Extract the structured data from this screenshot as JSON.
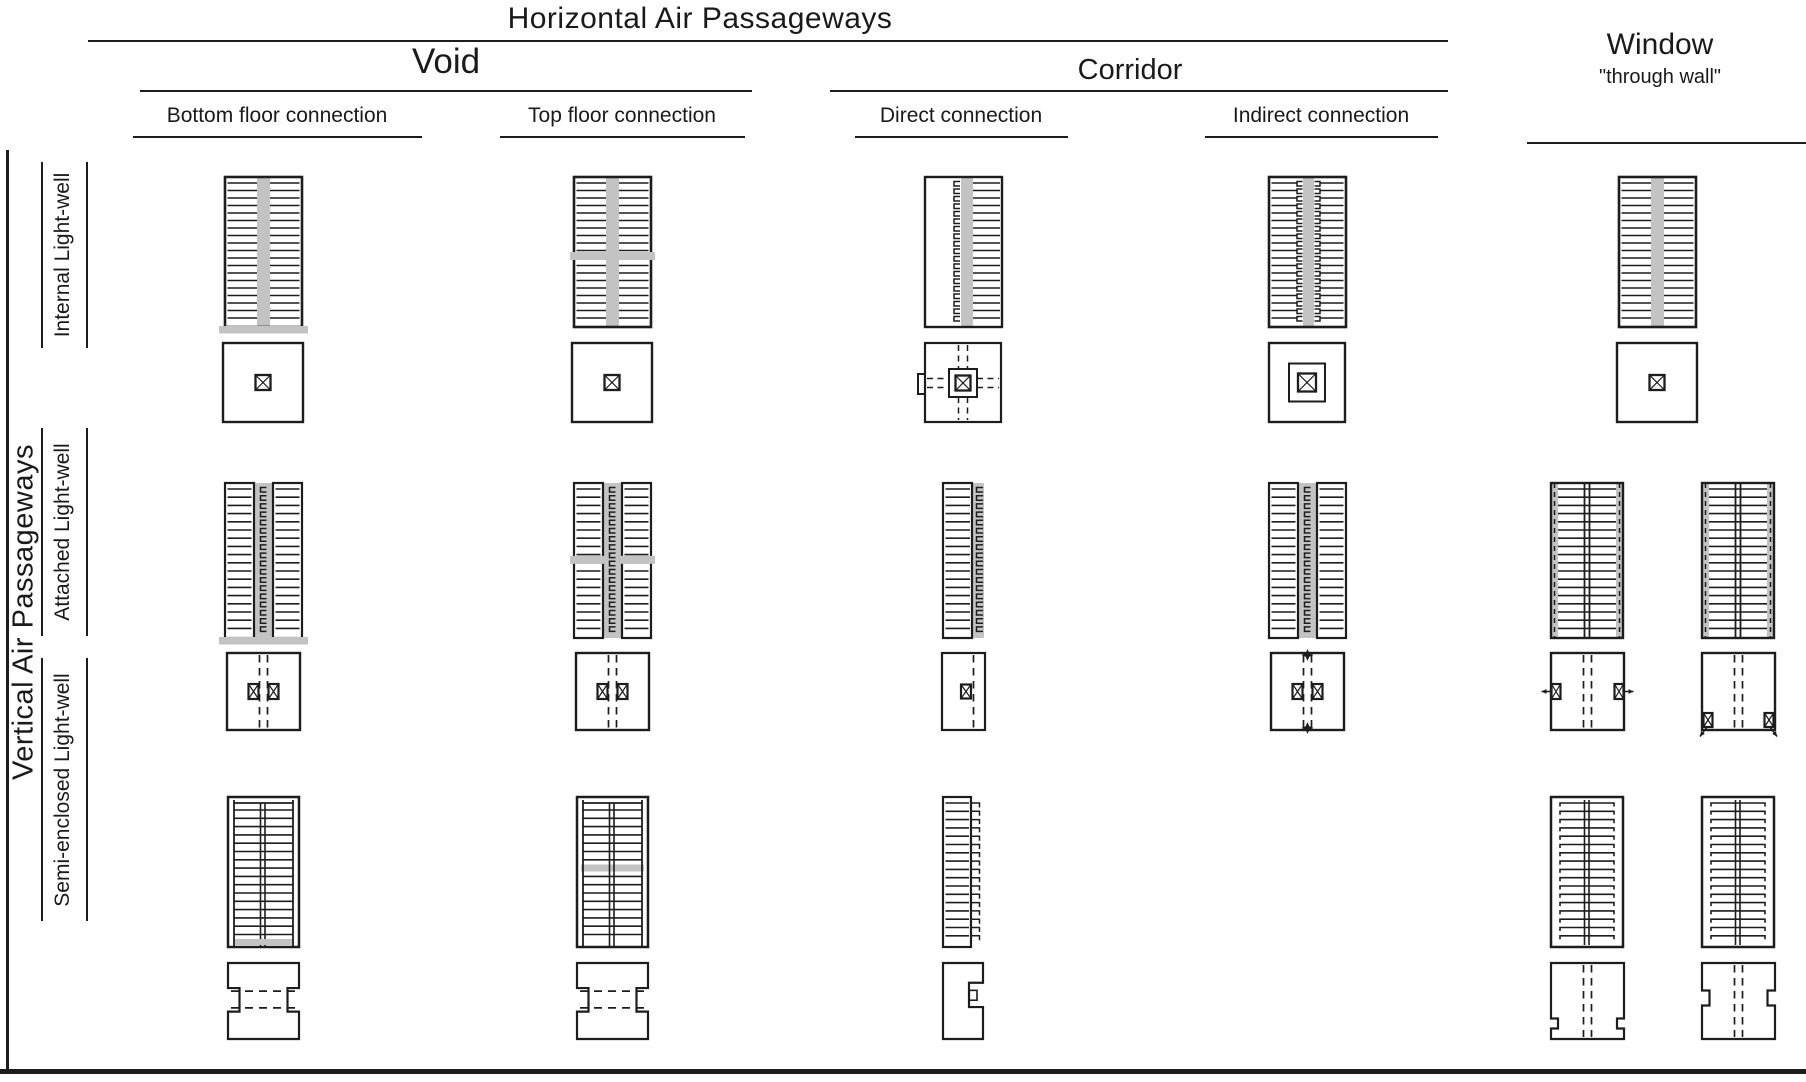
{
  "colors": {
    "line": "#1d1d1d",
    "gray": "#c3c3c3",
    "text": "#1a1a1a",
    "background": "#ffffff"
  },
  "header": {
    "title": "Horizontal Air Passageways",
    "groups": [
      {
        "id": "void",
        "label": "Void",
        "columns": [
          {
            "id": "void-bottom",
            "label": "Bottom floor connection"
          },
          {
            "id": "void-top",
            "label": "Top floor connection"
          }
        ]
      },
      {
        "id": "corridor",
        "label": "Corridor",
        "columns": [
          {
            "id": "corridor-direct",
            "label": "Direct connection"
          },
          {
            "id": "corridor-indirect",
            "label": "Indirect connection"
          }
        ]
      },
      {
        "id": "window",
        "label": "Window",
        "sublabel": "\"through wall\"",
        "columns": []
      }
    ]
  },
  "side": {
    "title": "Vertical Air Passageways",
    "rows": [
      {
        "id": "internal",
        "label": "Internal Light-well"
      },
      {
        "id": "attached",
        "label": "Attached Light-well"
      },
      {
        "id": "semi",
        "label": "Semi-enclosed Light-well"
      }
    ]
  },
  "matrix": {
    "cells": [
      {
        "row": "internal",
        "col": "void-bottom",
        "section": "internal",
        "connection": "bottom",
        "plan": "well-center"
      },
      {
        "row": "internal",
        "col": "void-top",
        "section": "internal",
        "connection": "mid",
        "plan": "well-center"
      },
      {
        "row": "internal",
        "col": "corridor-direct",
        "section": "internal-corridor",
        "connection": null,
        "plan": "well-corridor"
      },
      {
        "row": "internal",
        "col": "corridor-indirect",
        "section": "internal-indirect",
        "connection": null,
        "plan": "well-ring"
      },
      {
        "row": "internal",
        "col": "window",
        "section": "internal",
        "connection": null,
        "plan": "well-center"
      },
      {
        "row": "attached",
        "col": "void-bottom",
        "section": "attached",
        "connection": "bottom",
        "plan": "gap-center"
      },
      {
        "row": "attached",
        "col": "void-top",
        "section": "attached",
        "connection": "mid",
        "plan": "gap-center"
      },
      {
        "row": "attached",
        "col": "corridor-direct",
        "section": "attached-side",
        "connection": null,
        "plan": "gap-side"
      },
      {
        "row": "attached",
        "col": "corridor-indirect",
        "section": "attached",
        "connection": null,
        "plan": "gap-arrows"
      },
      {
        "row": "attached",
        "col": "window",
        "variant": "windows-on-sides",
        "section": "window-attached",
        "connection": null,
        "plan": "window-side-mid"
      },
      {
        "row": "attached",
        "col": "window",
        "variant": "windows-at-corners",
        "section": "window-attached",
        "connection": null,
        "plan": "window-corner"
      },
      {
        "row": "semi",
        "col": "void-bottom",
        "section": "semi",
        "connection": "bottom",
        "plan": "dumbbell"
      },
      {
        "row": "semi",
        "col": "void-top",
        "section": "semi",
        "connection": "mid",
        "plan": "dumbbell"
      },
      {
        "row": "semi",
        "col": "corridor-direct",
        "section": "semi-side",
        "connection": null,
        "plan": "c-right"
      },
      {
        "row": "semi",
        "col": "window",
        "variant": "corner-recess",
        "section": "window-semi",
        "connection": null,
        "plan": "notch-bottom"
      },
      {
        "row": "semi",
        "col": "window",
        "variant": "side-recess",
        "section": "window-semi",
        "connection": null,
        "plan": "notch-side"
      }
    ]
  }
}
